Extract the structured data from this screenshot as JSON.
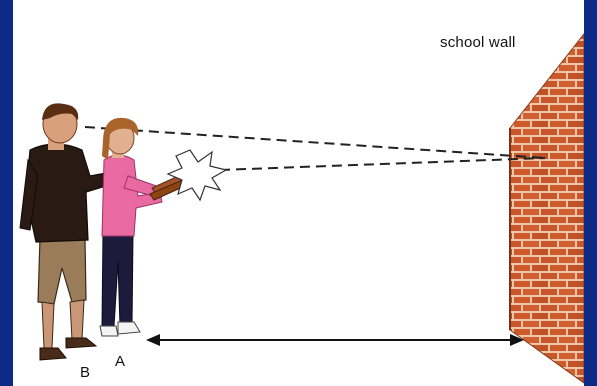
{
  "labels": {
    "wall": "school wall",
    "person_b": "B",
    "person_a": "A"
  },
  "colors": {
    "frame": "#0d2a86",
    "brick": "#c9552a",
    "mortar": "#f0c6a8",
    "sweater_b": "#2a1a14",
    "shirt_a": "#e86aa0",
    "trousers_a": "#1e1a3c",
    "shorts_b": "#9a7b5a"
  },
  "icons": [
    "dashed-sound-line-icon",
    "clap-burst-icon",
    "double-arrow-icon"
  ]
}
